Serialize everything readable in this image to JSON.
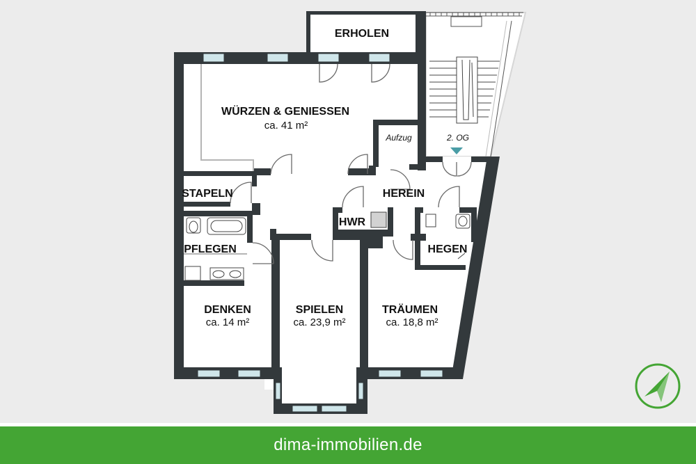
{
  "rooms": {
    "erholen": {
      "label": "ERHOLEN"
    },
    "wuerzen": {
      "label": "WÜRZEN & GENIESSEN",
      "area": "ca. 41 m²"
    },
    "aufzug": {
      "label": "Aufzug"
    },
    "og": {
      "label": "2. OG"
    },
    "stapeln": {
      "label": "STAPELN"
    },
    "herein": {
      "label": "HEREIN"
    },
    "hwr": {
      "label": "HWR"
    },
    "pflegen": {
      "label": "PFLEGEN"
    },
    "hegen": {
      "label": "HEGEN"
    },
    "denken": {
      "label": "DENKEN",
      "area": "ca. 14 m²"
    },
    "spielen": {
      "label": "SPIELEN",
      "area": "ca. 23,9 m²"
    },
    "traeumen": {
      "label": "TRÄUMEN",
      "area": "ca. 18,8 m²"
    }
  },
  "footer": {
    "text": "dima-immobilien.de"
  },
  "colors": {
    "wall": "#33393c",
    "floor": "#ffffff",
    "window": "#cfe6ea",
    "brand_green": "#44a534",
    "background": "#ececec"
  },
  "icons": {
    "compass": "north-arrow-icon"
  }
}
